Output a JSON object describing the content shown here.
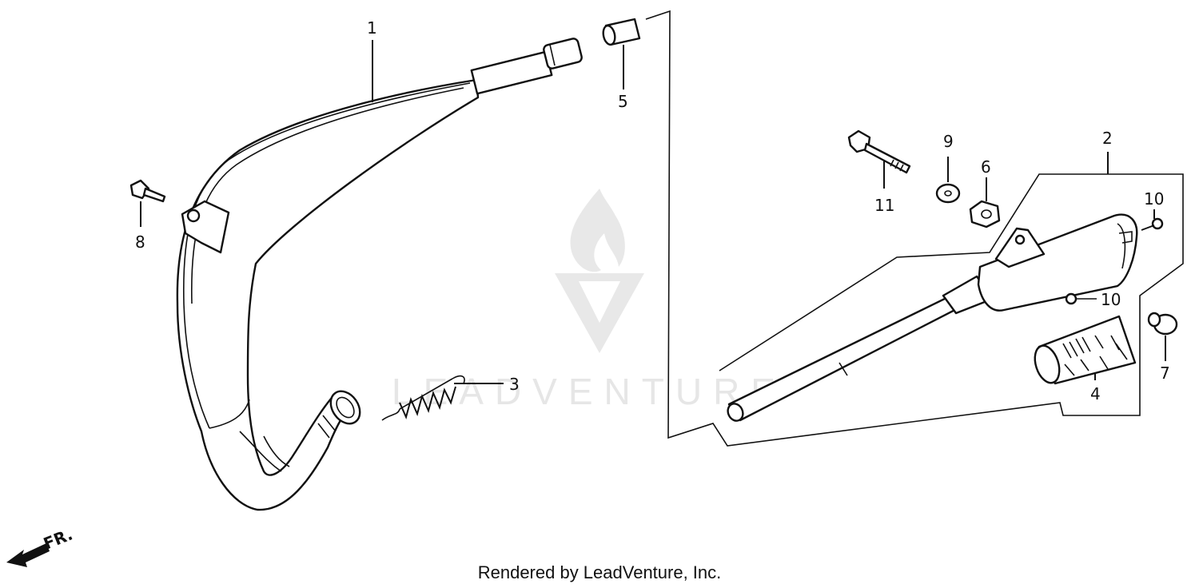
{
  "watermark": {
    "text": "LEADVENTURE"
  },
  "callouts": {
    "c1": "1",
    "c2": "2",
    "c3": "3",
    "c4": "4",
    "c5": "5",
    "c6": "6",
    "c7": "7",
    "c8": "8",
    "c9": "9",
    "c10a": "10",
    "c10b": "10",
    "c11": "11"
  },
  "direction": {
    "label": "FR."
  },
  "footer": {
    "credit": "Rendered by LeadVenture, Inc."
  }
}
